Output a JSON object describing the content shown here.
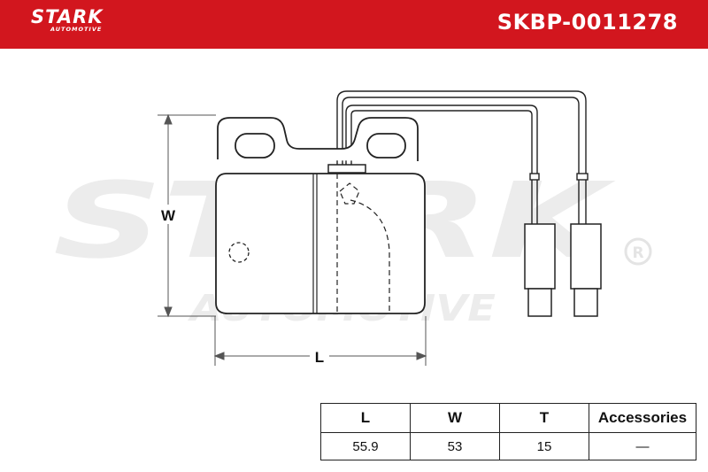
{
  "header": {
    "brand": "STARK",
    "brand_sub": "AUTOMOTIVE",
    "product_code": "SKBP-0011278",
    "background_color": "#d2161e"
  },
  "watermark": {
    "main": "STARK",
    "sub": "AUTOMOTIVE",
    "registered": "®"
  },
  "drawing": {
    "width_label": "W",
    "length_label": "L"
  },
  "specs": {
    "headers": [
      "L",
      "W",
      "T",
      "Accessories"
    ],
    "values": [
      "55.9",
      "53",
      "15",
      "—"
    ]
  }
}
